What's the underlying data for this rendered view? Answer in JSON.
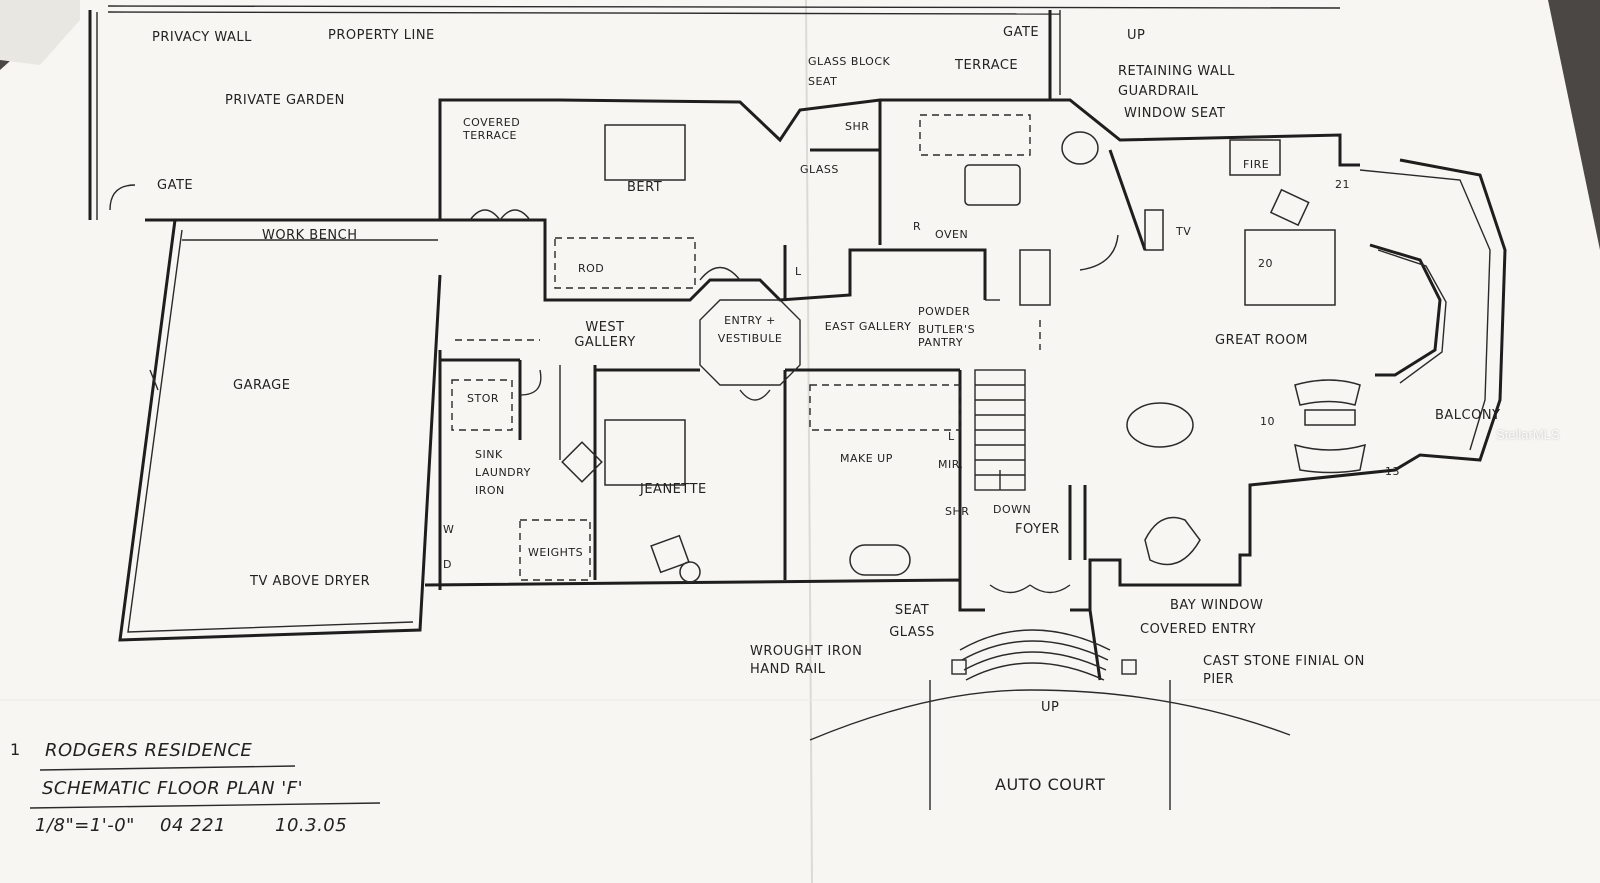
{
  "colors": {
    "paper": "#f7f6f2",
    "table": "#4a4744",
    "ink": "#1e1e1e"
  },
  "labels": {
    "privacy_wall": "PRIVACY WALL",
    "property_line": "PROPERTY LINE",
    "private_garden": "PRIVATE GARDEN",
    "gate_left": "GATE",
    "gate_top": "GATE",
    "up_top": "UP",
    "covered_terrace": "COVERED TERRACE",
    "glass_block_seat": "GLASS BLOCK SEAT",
    "terrace": "TERRACE",
    "retaining_wall": "RETAINING WALL",
    "guardrail": "GUARDRAIL",
    "window_seat": "WINDOW SEAT",
    "shr_top": "SHR",
    "glass_top": "GLASS",
    "bert": "BERT",
    "fire": "FIRE",
    "tv_great": "TV",
    "dim_21": "21",
    "dim_20": "20",
    "work_bench": "WORK BENCH",
    "rod": "ROD",
    "l_top": "L",
    "r_label": "R",
    "oven": "OVEN",
    "powder": "POWDER",
    "butlers_pantry": "BUTLER'S PANTRY",
    "entry_vestibule": "ENTRY + VESTIBULE",
    "west_gallery": "WEST GALLERY",
    "east_gallery": "EAST GALLERY",
    "great_room": "GREAT ROOM",
    "garage": "GARAGE",
    "stor": "STOR",
    "sink_laundry_iron": "SINK LAUNDRY IRON",
    "make_up": "MAKE UP",
    "l_mid": "L",
    "mir": "MIR.",
    "balcony": "BALCONY",
    "dim_10": "10",
    "dim_13": "13",
    "jeanette": "JEANETTE",
    "shr_mid": "SHR",
    "down": "DOWN",
    "weights": "WEIGHTS",
    "w_label": "W",
    "d_label": "D",
    "foyer": "FOYER",
    "tv_above_dryer": "TV ABOVE DRYER",
    "seat_glass": "SEAT GLASS",
    "bay_window": "BAY WINDOW",
    "covered_entry": "COVERED ENTRY",
    "wrought_iron": "WROUGHT IRON HAND RAIL",
    "cast_stone": "CAST STONE FINIAL ON PIER",
    "up_bottom": "UP",
    "auto_court": "AUTO COURT",
    "sheet_num": "1",
    "title_residence": "RODGERS RESIDENCE",
    "title_plan": "SCHEMATIC FLOOR PLAN 'F'",
    "scale": "1/8\"=1'-0\"",
    "job_no": "04 221",
    "date": "10.3.05",
    "watermark": "StellarMLS"
  }
}
